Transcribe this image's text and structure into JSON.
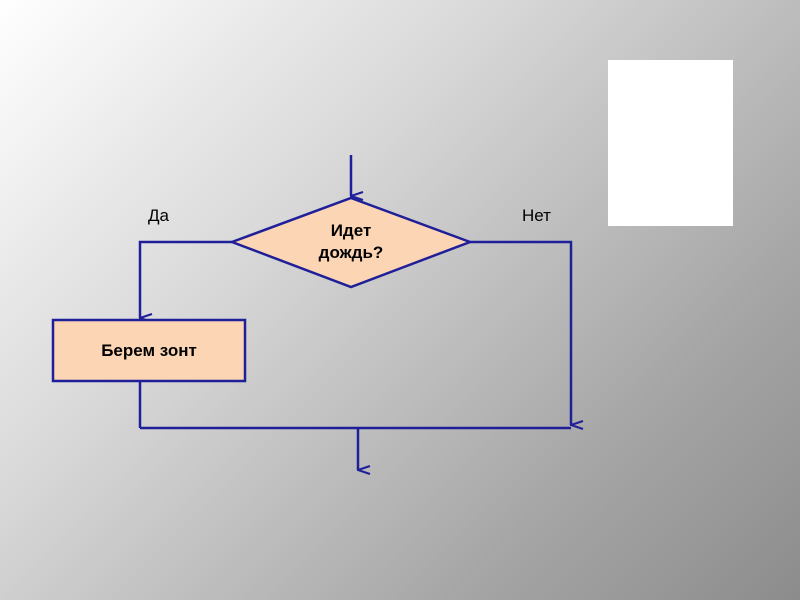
{
  "diagram": {
    "decision": {
      "line1": "Идет",
      "line2": "дождь?"
    },
    "yes_label": "Да",
    "no_label": "Нет",
    "action": {
      "label": "Берем зонт"
    },
    "colors": {
      "stroke": "#1f1f99",
      "fill": "#fcd5b4"
    }
  }
}
